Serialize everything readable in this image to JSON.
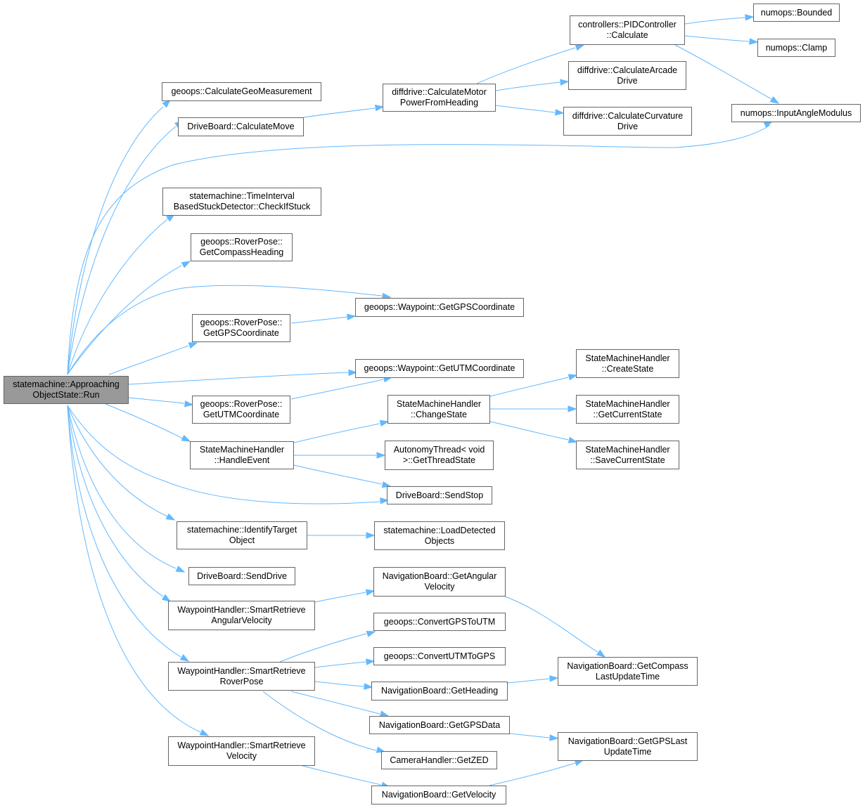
{
  "nodes": {
    "run": [
      "statemachine::Approaching",
      "ObjectState::Run"
    ],
    "calc_geo": [
      "geoops::CalculateGeoMeasurement"
    ],
    "calc_move": [
      "DriveBoard::CalculateMove"
    ],
    "check_stuck": [
      "statemachine::TimeInterval",
      "BasedStuckDetector::CheckIfStuck"
    ],
    "compass_heading": [
      "geoops::RoverPose::",
      "GetCompassHeading"
    ],
    "rp_gps": [
      "geoops::RoverPose::",
      "GetGPSCoordinate"
    ],
    "rp_utm": [
      "geoops::RoverPose::",
      "GetUTMCoordinate"
    ],
    "handle_event": [
      "StateMachineHandler",
      "::HandleEvent"
    ],
    "identify_target": [
      "statemachine::IdentifyTarget",
      "Object"
    ],
    "send_drive": [
      "DriveBoard::SendDrive"
    ],
    "sr_angular": [
      "WaypointHandler::SmartRetrieve",
      "AngularVelocity"
    ],
    "sr_pose": [
      "WaypointHandler::SmartRetrieve",
      "RoverPose"
    ],
    "sr_velocity": [
      "WaypointHandler::SmartRetrieve",
      "Velocity"
    ],
    "motor_power": [
      "diffdrive::CalculateMotor",
      "PowerFromHeading"
    ],
    "wp_gps": [
      "geoops::Waypoint::GetGPSCoordinate"
    ],
    "wp_utm": [
      "geoops::Waypoint::GetUTMCoordinate"
    ],
    "change_state": [
      "StateMachineHandler",
      "::ChangeState"
    ],
    "thread_state": [
      "AutonomyThread< void",
      ">::GetThreadState"
    ],
    "send_stop": [
      "DriveBoard::SendStop"
    ],
    "load_detected": [
      "statemachine::LoadDetected",
      "Objects"
    ],
    "nav_angular": [
      "NavigationBoard::GetAngular",
      "Velocity"
    ],
    "gps_to_utm": [
      "geoops::ConvertGPSToUTM"
    ],
    "utm_to_gps": [
      "geoops::ConvertUTMToGPS"
    ],
    "nav_heading": [
      "NavigationBoard::GetHeading"
    ],
    "nav_gpsdata": [
      "NavigationBoard::GetGPSData"
    ],
    "cam_zed": [
      "CameraHandler::GetZED"
    ],
    "nav_velocity": [
      "NavigationBoard::GetVelocity"
    ],
    "pid_calc": [
      "controllers::PIDController",
      "::Calculate"
    ],
    "arcade": [
      "diffdrive::CalculateArcade",
      "Drive"
    ],
    "curvature": [
      "diffdrive::CalculateCurvature",
      "Drive"
    ],
    "create_state": [
      "StateMachineHandler",
      "::CreateState"
    ],
    "current_state": [
      "StateMachineHandler",
      "::GetCurrentState"
    ],
    "save_state": [
      "StateMachineHandler",
      "::SaveCurrentState"
    ],
    "compass_update": [
      "NavigationBoard::GetCompass",
      "LastUpdateTime"
    ],
    "gps_update": [
      "NavigationBoard::GetGPSLast",
      "UpdateTime"
    ],
    "bounded": [
      "numops::Bounded"
    ],
    "clamp": [
      "numops::Clamp"
    ],
    "angle_mod": [
      "numops::InputAngleModulus"
    ]
  },
  "colors": {
    "edge": "#63b8ff",
    "node_border": "#666666",
    "root_fill": "#999999",
    "node_fill": "#ffffff"
  }
}
